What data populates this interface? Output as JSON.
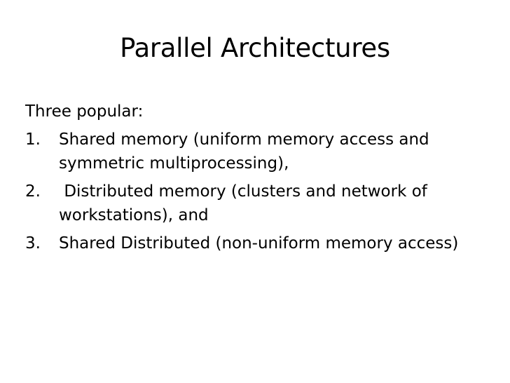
{
  "slide": {
    "title": "Parallel Architectures",
    "intro": "Three popular:",
    "items": [
      {
        "number": "1.",
        "text": "Shared memory (uniform memory access and symmetric multiprocessing),"
      },
      {
        "number": "2.",
        "text": " Distributed memory (clusters and network of workstations), and"
      },
      {
        "number": "3.",
        "text": "Shared Distributed (non-uniform memory access)"
      }
    ]
  }
}
